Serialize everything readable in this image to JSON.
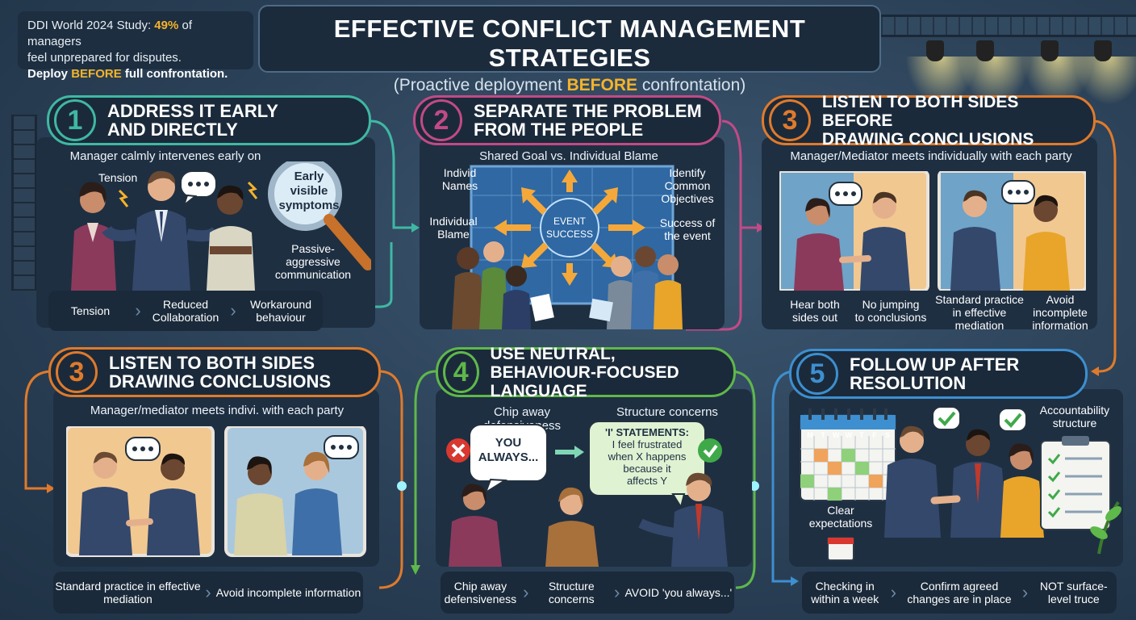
{
  "stat": {
    "line1a": "DDI World 2024 Study: ",
    "line1b": "49%",
    "line1c": " of managers",
    "line2": "feel unprepared for disputes.",
    "line3a": "Deploy ",
    "line3b": "BEFORE",
    "line3c": " full confrontation."
  },
  "header": {
    "title": "EFFECTIVE CONFLICT MANAGEMENT STRATEGIES",
    "sub_a": "(Proactive deployment ",
    "sub_b": "BEFORE",
    "sub_c": " confrontation)"
  },
  "panel1": {
    "number": "1",
    "title_l1": "ADDRESS IT EARLY",
    "title_l2": "AND DIRECTLY",
    "subtitle": "Manager calmly intervenes early on",
    "tension": "Tension",
    "magnifier_l1": "Early",
    "magnifier_l2": "visible",
    "magnifier_l3": "symptoms",
    "passive_l1": "Passive-",
    "passive_l2": "aggressive",
    "passive_l3": "communication",
    "flow": [
      "Tension",
      "Reduced Collaboration",
      "Workaround behaviour"
    ],
    "color": "#3fb8a3"
  },
  "panel2": {
    "number": "2",
    "title_l1": "SEPARATE THE PROBLEM",
    "title_l2": "FROM THE PEOPLE",
    "subtitle": "Shared Goal vs. Individual Blame",
    "left_top_l1": "Individ",
    "left_top_l2": "Names",
    "left_mid_l1": "Individual",
    "left_mid_l2": "Blame",
    "right_top_l1": "Identify",
    "right_top_l2": "Common",
    "right_top_l3": "Objectives",
    "right_mid_l1": "Success of",
    "right_mid_l2": "the event",
    "center_l1": "EVENT",
    "center_l2": "SUCCESS",
    "color": "#c24a86"
  },
  "panel3a": {
    "number": "3",
    "title_l1": "LISTEN TO BOTH SIDES BEFORE",
    "title_l2": "DRAWING CONCLUSIONS",
    "subtitle": "Manager/Mediator meets individually with each party",
    "labels": [
      [
        "Hear both",
        "sides out"
      ],
      [
        "No jumping",
        "to conclusions"
      ],
      [
        "Standard practice",
        "in effective",
        "mediation"
      ],
      [
        "Avoid",
        "incomplete",
        "information"
      ]
    ],
    "color": "#e07a2b"
  },
  "panel3b": {
    "number": "3",
    "title_l1": "LISTEN TO BOTH SIDES",
    "title_l2": "DRAWING CONCLUSIONS",
    "subtitle": "Manager/mediator meets indivi. with each party",
    "flow": [
      "Standard practice in effective mediation",
      "Avoid incomplete information"
    ],
    "color": "#e07a2b"
  },
  "panel4": {
    "number": "4",
    "title_l1": "USE NEUTRAL,",
    "title_l2": "BEHAVIOUR-FOCUSED LANGUAGE",
    "label_left": "Chip away defensiveness",
    "label_right": "Structure concerns",
    "bubble_bad_l1": "YOU",
    "bubble_bad_l2": "ALWAYS...",
    "bubble_good_l1": "'I' STATEMENTS:",
    "bubble_good_l2": "I feel frustrated",
    "bubble_good_l3": "when X happens",
    "bubble_good_l4": "because it",
    "bubble_good_l5": "affects Y",
    "flow": [
      "Chip away defensiveness",
      "Structure concerns",
      "AVOID 'you always...'"
    ],
    "color": "#5fb84a"
  },
  "panel5": {
    "number": "5",
    "title_l1": "FOLLOW UP AFTER",
    "title_l2": "RESOLUTION",
    "accountability_l1": "Accountability",
    "accountability_l2": "structure",
    "clear_l1": "Clear",
    "clear_l2": "expectations",
    "calendar_days": [
      "M",
      "T",
      "W",
      "W",
      "T",
      "F",
      "S"
    ],
    "flow": [
      "Checking in within a week",
      "Confirm agreed changes are in place",
      "NOT surface-level truce"
    ],
    "color": "#3d8fd0"
  }
}
